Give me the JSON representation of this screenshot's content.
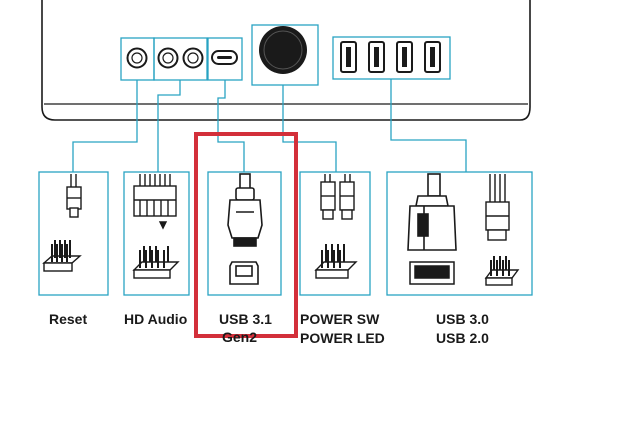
{
  "labels": {
    "reset": "Reset",
    "hd_audio": "HD Audio",
    "usb31_line1": "USB 3.1",
    "usb31_line2": "Gen2",
    "power_line1": "POWER SW",
    "power_line2": "POWER LED",
    "usb_line1": "USB 3.0",
    "usb_line2": "USB 2.0"
  },
  "colors": {
    "callout": "#29a3c2",
    "highlight": "#d32f3a",
    "line": "#1a1a1a"
  }
}
